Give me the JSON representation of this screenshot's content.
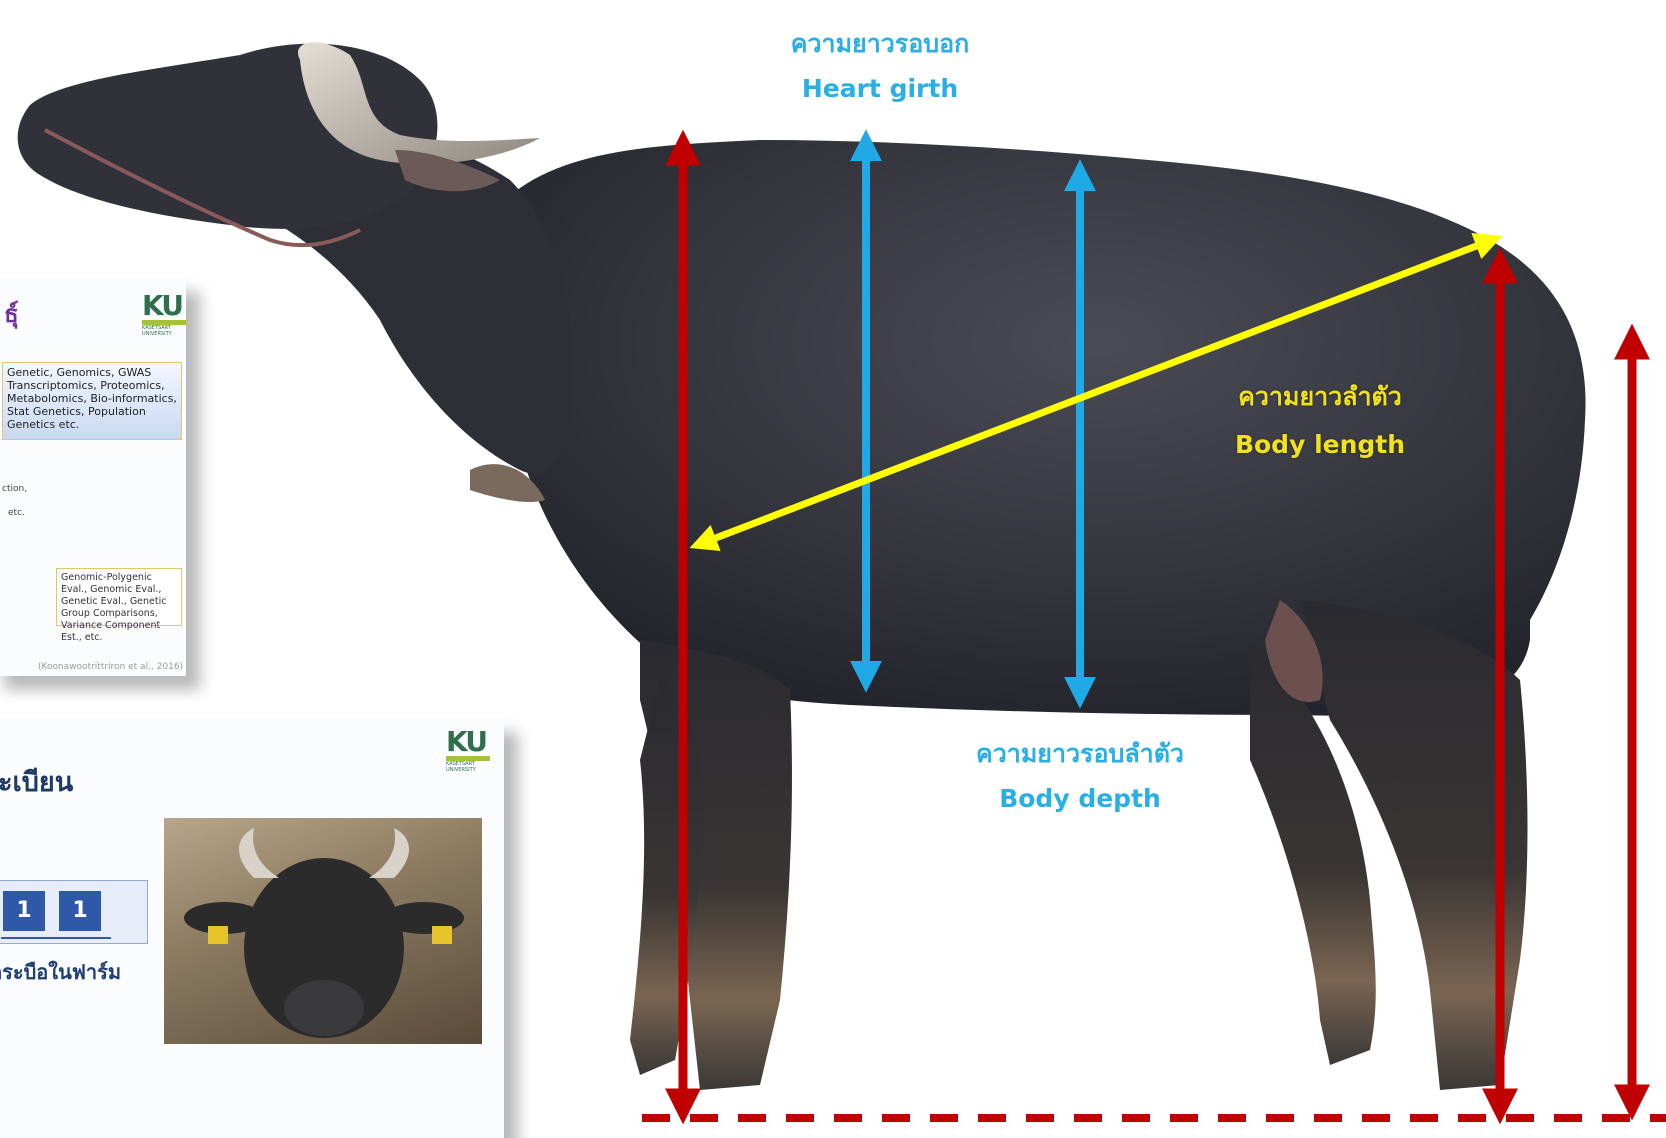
{
  "labels": {
    "heart_girth_th": "ความยาวรอบอก",
    "heart_girth_en": "Heart girth",
    "body_length_th": "ความยาวลำตัว",
    "body_length_en": "Body length",
    "body_depth_th": "ความยาวรอบลำตัว",
    "body_depth_en": "Body depth"
  },
  "slide1": {
    "title_fragment": "ธุ์",
    "logo_text": "KU",
    "logo_sub": "KASETSART UNIVERSITY",
    "box_text": "Genetic, Genomics, GWAS Transcriptomics, Proteomics, Metabolomics, Bio-informatics, Stat Genetics, Population Genetics etc.",
    "left_fragment_1": "ction,",
    "left_fragment_2": "etc.",
    "eval_box_text": "Genomic-Polygenic Eval., Genomic Eval., Genetic Eval., Genetic Group Comparisons, Variance Component Est., etc.",
    "citation": "(Koonawootrittriron et al., 2016)"
  },
  "slide2": {
    "title_fragment": "ะเบียน",
    "logo_text": "KU",
    "logo_sub": "KASETSART UNIVERSITY",
    "digits": [
      "1",
      "1"
    ],
    "caption": "กระบือในฟาร์ม"
  },
  "colors": {
    "red_arrow": "#c00000",
    "blue_arrow": "#1fa9e6",
    "yellow_arrow": "#ffff00",
    "blue_text": "#29aee6",
    "yellow_text": "#f2e21e",
    "slide_title": "#203864",
    "ku_green": "#2f6f4e"
  }
}
